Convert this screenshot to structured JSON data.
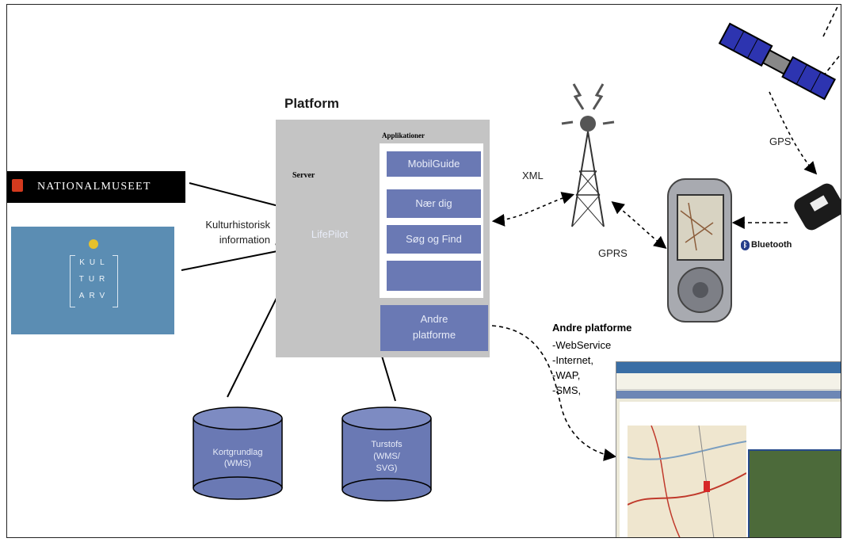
{
  "platform": {
    "title": "Platform",
    "server_label": "Server",
    "database_label": "LifePilot"
  },
  "applications": {
    "title": "Applikationer",
    "items": [
      {
        "label": "MobilGuide"
      },
      {
        "label": "Nær dig"
      },
      {
        "label": "Søg og Find"
      },
      {
        "label": ""
      }
    ],
    "other": {
      "line1": "Andre",
      "line2": "platforme"
    }
  },
  "sources": {
    "nationalmuseet": "NATIONALMUSEET",
    "kulturarv": [
      "KUL",
      "TUR",
      "ARV"
    ],
    "info_label_line1": "Kulturhistorisk",
    "info_label_line2": "information"
  },
  "databases": [
    {
      "line1": "Kortgrundlag",
      "line2": "(WMS)",
      "line3": ""
    },
    {
      "line1": "Turstofs",
      "line2": "(WMS/",
      "line3": "SVG)"
    }
  ],
  "connections": {
    "xml": "XML",
    "gprs": "GPRS",
    "gps": "GPS",
    "bluetooth": "Bluetooth"
  },
  "other_platforms": {
    "title": "Andre platforme",
    "items": [
      "-WebService",
      "-Internet,",
      "-WAP,",
      "-SMS,"
    ]
  },
  "colors": {
    "server_bg": "#c4c4c4",
    "app_button": "#6a79b4",
    "kulturarv_bg": "#5b8db3"
  }
}
